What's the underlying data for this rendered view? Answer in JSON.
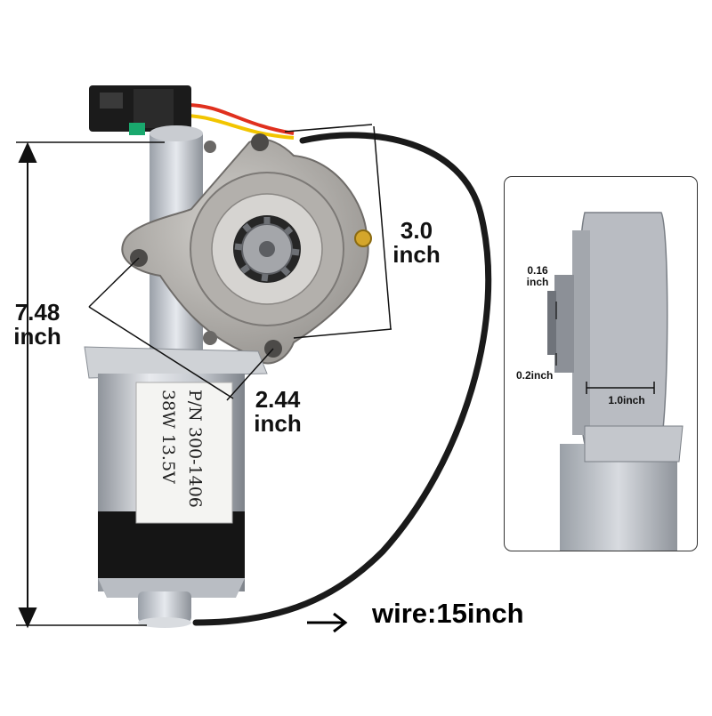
{
  "dimensions": {
    "height": {
      "value": "7.48",
      "unit": "inch"
    },
    "gear_width": {
      "value": "3.0",
      "unit": "inch"
    },
    "mount_span": {
      "value": "2.44",
      "unit": "inch"
    },
    "gear_height": {
      "value": "0.16",
      "unit": "inch"
    },
    "gear_offset": "0.2inch",
    "body_depth": "1.0inch",
    "wire": "wire:15inch"
  },
  "motor_label": {
    "part_number": "P/N 300-1406",
    "rating": "38W 13.5V"
  },
  "colors": {
    "housing": "#b9bcc2",
    "gear_plate": "#a9a6a2",
    "wire_black": "#1a1a1a",
    "wire_red": "#e0301e",
    "wire_yellow": "#f2c500"
  }
}
